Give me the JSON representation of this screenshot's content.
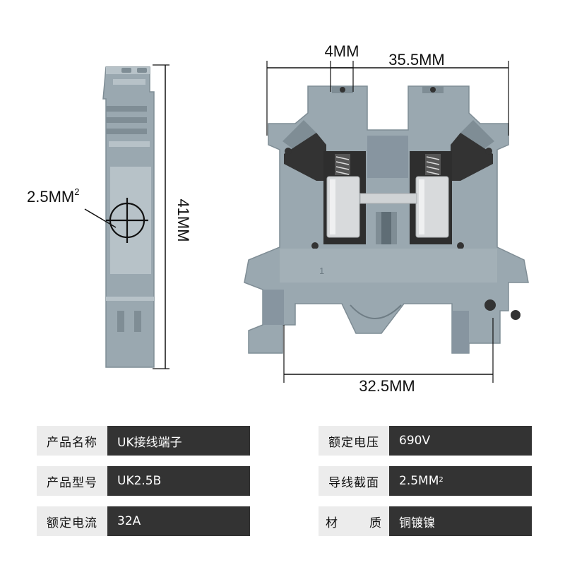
{
  "dimensions": {
    "screw_width": "4MM",
    "total_width": "35.5MM",
    "base_width": "32.5MM",
    "height": "41MM",
    "cross_section": "2.5MM",
    "cross_section_sup": "2"
  },
  "part_marking": "1",
  "specs": {
    "product_name_label": "产品名称",
    "product_name_value": "UK接线端子",
    "model_label": "产品型号",
    "model_value": "UK2.5B",
    "rated_current_label": "额定电流",
    "rated_current_value": "32A",
    "rated_voltage_label": "额定电压",
    "rated_voltage_value": "690V",
    "wire_section_label": "导线截面",
    "wire_section_value": "2.5MM",
    "wire_section_sup": "2",
    "material_label_1": "材",
    "material_label_2": "质",
    "material_value": "铜镀镍"
  },
  "colors": {
    "body": "#9aa8b0",
    "body_dark": "#7f8d95",
    "metal": "#d8dadc",
    "label_bg": "#ececec",
    "value_bg": "#333333"
  }
}
